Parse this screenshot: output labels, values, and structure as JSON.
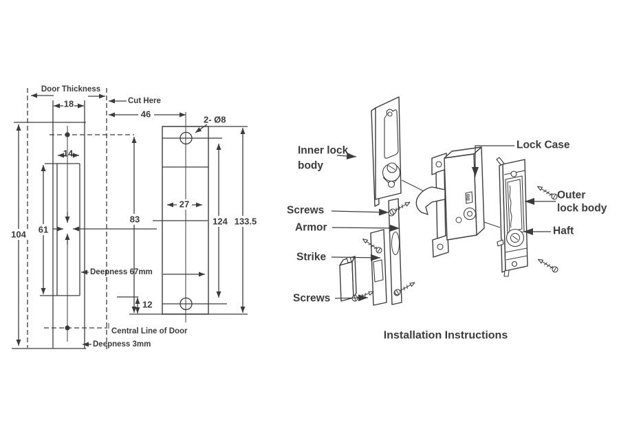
{
  "colors": {
    "line": "#3b3b3b",
    "background": "#ffffff"
  },
  "left_drawing": {
    "door_thickness": "Door Thickness",
    "cut_here": "Cut Here",
    "dim_18": "18",
    "dim_14": "14",
    "dim_61": "61",
    "dim_104": "104",
    "dim_46": "46",
    "dim_83": "83",
    "dim_27": "27",
    "dim_124": "124",
    "dim_133_5": "133.5",
    "dim_12": "12",
    "holes": "2- Ø8",
    "deepness_67": "Deepness 67mm",
    "deepness_3": "Deepness 3mm",
    "central_line": "Central Line of Door"
  },
  "exploded_view": {
    "inner_lock_body_line1": "Inner lock",
    "inner_lock_body_line2": "body",
    "screws_top": "Screws",
    "armor": "Armor",
    "strike": "Strike",
    "screws_bottom": "Screws",
    "lock_case": "Lock Case",
    "outer_lock_body_line1": "Outer",
    "outer_lock_body_line2": "lock body",
    "haft": "Haft",
    "caption": "Installation Instructions"
  }
}
